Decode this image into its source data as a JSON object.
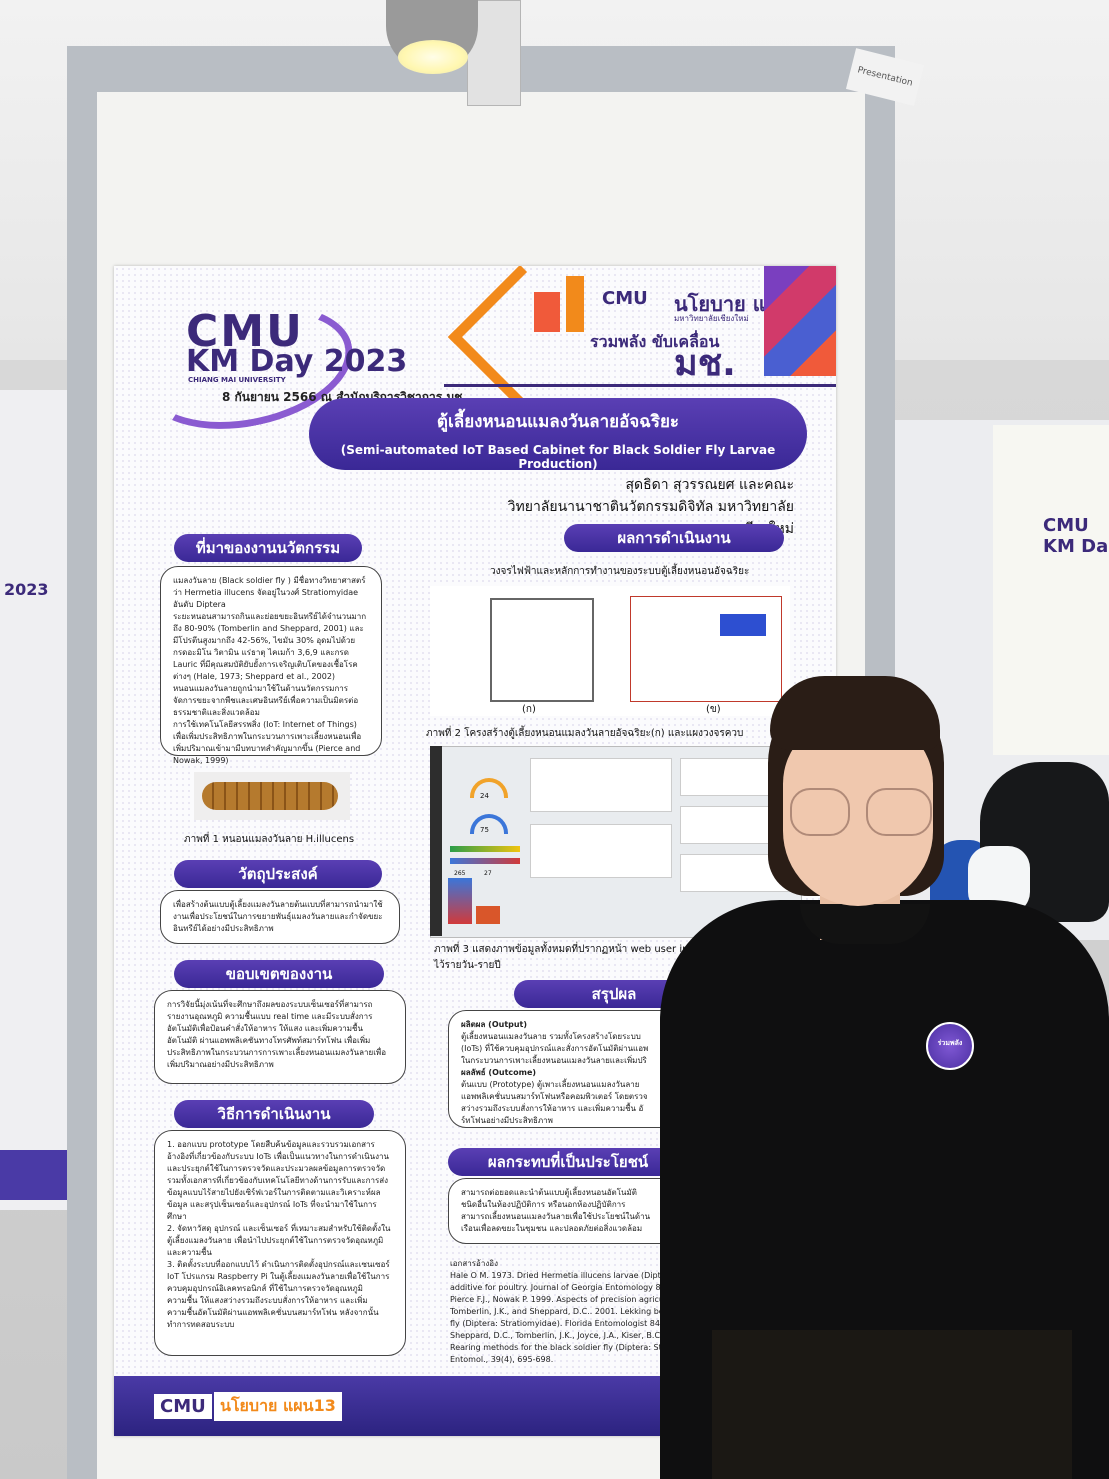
{
  "scene": {
    "board_tag": "Presentation"
  },
  "poster": {
    "header": {
      "event_logo_line1": "CMU",
      "event_logo_line2": "KM Day 2023",
      "event_university": "CHIANG MAI UNIVERSITY",
      "date_venue": "8 กันยายน 2566  ณ  สำนักบริการวิชาการ มช.",
      "cmu_mark": "CMU",
      "policy_plan": "นโยบาย แผน13",
      "policy_sub": "มหาวิทยาลัยเชียงใหม่",
      "slogan": "รวมพลัง ขับเคลื่อน",
      "slogan_mc": "มช."
    },
    "title_th": "ตู้เลี้ยงหนอนแมลงวันลายอัจฉริยะ",
    "title_en": "(Semi-automated IoT Based Cabinet for Black Soldier Fly Larvae Production)",
    "authors": "สุดธิดา  สุวรรณยศ  และคณะ",
    "affiliation": "วิทยาลัยนานาชาตินวัตกรรมดิจิทัล  มหาวิทยาลัยเชียงใหม่",
    "sections": {
      "origin_title": "ที่มาของงานนวัตกรรม",
      "origin_items": [
        "แมลงวันลาย (Black soldier fly ) มีชื่อทางวิทยาศาสตร์ว่า Hermetia illucens จัดอยู่ในวงศ์ Stratiomyidae อันดับ Diptera",
        "ระยะหนอนสามารถกินและย่อยขยะอินทรีย์ได้จำนวนมากถึง 80-90% (Tomberlin and Sheppard, 2001) และมีโปรตีนสูงมากถึง 42-56%, ไขมัน 30% อุดมไปด้วยกรดอะมิโน วิตามิน แร่ธาตุ ไคเมก้า 3,6,9 และกรด Lauric ที่มีคุณสมบัติยับยั้งการเจริญเติบโตของเชื้อโรคต่างๆ (Hale, 1973; Sheppard et al., 2002)",
        "หนอนแมลงวันลายถูกนำมาใช้ในด้านนวัตกรรมการจัดการขยะจากพืชและเศษอินทรีย์เพื่อความเป็นมิตรต่อธรรมชาติและสิ่งแวดล้อม",
        "การใช้เทคโนโลยีสรรพสิ่ง (IoT: Internet of Things) เพื่อเพิ่มประสิทธิภาพในกระบวนการเพาะเลี้ยงหนอนเพื่อเพิ่มปริมาณเข้ามามีบทบาทสำคัญมากขึ้น (Pierce and Nowak, 1999)"
      ],
      "fig1_caption": "ภาพที่ 1 หนอนแมลงวันลาย H.illucens",
      "objective_title": "วัตถุประสงค์",
      "objective_items": [
        "เพื่อสร้างต้นแบบตู้เลี้ยงแมลงวันลายต้นแบบที่สามารถนำมาใช้งานเพื่อประโยชน์ในการขยายพันธุ์แมลงวันลายและกำจัดขยะอินทรีย์ได้อย่างมีประสิทธิภาพ"
      ],
      "scope_title": "ขอบเขตของงาน",
      "scope_items": [
        "การวิจัยนี้มุ่งเน้นที่จะศึกษาถึงผลของระบบเซ็นเซอร์ที่สามารถรายงานอุณหภูมิ ความชื้นแบบ real time และมีระบบสั่งการอัตโนมัติเพื่อป้อนคำสั่งให้อาหาร ให้แสง และเพิ่มความชื้นอัตโนมัติ ผ่านแอพพลิเคชันทางโทรศัพท์สมาร์ทโฟน เพื่อเพิ่มประสิทธิภาพในกระบวนการการเพาะเลี้ยงหนอนแมลงวันลายเพื่อเพิ่มปริมาณอย่างมีประสิทธิภาพ"
      ],
      "method_title": "วิธีการดำเนินงาน",
      "method_items": [
        "1. ออกแบบ prototype โดยสืบค้นข้อมูลและรวบรวมเอกสารอ้างอิงที่เกี่ยวข้องกับระบบ IoTs เพื่อเป็นแนวทางในการดำเนินงานและประยุกต์ใช้ในการตรวจวัดและประมวลผลข้อมูลการตรวจวัด รวมทั้งเอกสารที่เกี่ยวข้องกับเทคโนโลยีทางด้านการรับและการส่งข้อมูลแบบไร้สายไปยังเซิร์ฟเวอร์ในการติดตามและวิเคราะห์ผลข้อมูล และสรุปเซ็นเซอร์และอุปกรณ์ IoTs ที่จะนำมาใช้ในการศึกษา",
        "2. จัดหาวัสดุ อุปกรณ์ และเซ็นเซอร์ ที่เหมาะสมสำหรับใช้ติดตั้งในตู้เลี้ยงแมลงวันลาย เพื่อนำไปประยุกต์ใช้ในการตรวจวัดอุณหภูมิ และความชื้น",
        "3. ติดตั้งระบบที่ออกแบบไว้ ดำเนินการติดตั้งอุปกรณ์และเซนเซอร์ IoT โปรแกรม Raspberry Pi ในตู้เลี้ยงแมลงวันลายเพื่อใช้ในการควบคุมอุปกรณ์อิเลคทรอนิกส์ ที่ใช้ในการตรวจวัดอุณหภูมิ ความชื้น ให้แสงสว่างรวมถึงระบบสั่งการให้อาหาร และเพิ่มความชื้นอัตโนมัติผ่านแอพพลิเคชั่นบนสมาร์ทโฟน หลังจากนั้นทำการทดสอบระบบ"
      ],
      "results_title": "ผลการดำเนินงาน",
      "results_subtitle": "วงจรไฟฟ้าและหลักการทำงานของระบบตู้เลี้ยงหนอนอัจฉริยะ",
      "fig2_label_a": "(ก)",
      "fig2_label_b": "(ข)",
      "fig2_caption": "ภาพที่ 2 โครงสร้างตู้เลี้ยงหนอนแมลงวันลายอัจฉริยะ(ก) และแผงวงจรควบ",
      "fig3_caption": "ภาพที่ 3 แสดงภาพข้อมูลทั้งหมดที่ปรากฏหน้า web user interf",
      "fig3_caption2": "ไว้รายวัน-รายปี",
      "dash_values": [
        "24",
        "75",
        "265",
        "27"
      ],
      "summary_title": "สรุปผล",
      "summary_output_label": "ผลิตผล (Output)",
      "summary_output_items": [
        "ตู้เลี้ยงหนอนแมลงวันลาย รวมทั้งโครงสร้างโดยระบบ",
        "(IoTs) ที่ใช้ควบคุมอุปกรณ์และสั่งการอัตโนมัติผ่านแอพ",
        "ในกระบวนการเพาะเลี้ยงหนอนแมลงวันลายและเพิ่มปริ"
      ],
      "summary_outcome_label": "ผลลัพธ์ (Outcome)",
      "summary_outcome_items": [
        "ต้นแบบ (Prototype) ตู้เพาะเลี้ยงหนอนแมลงวันลาย",
        "แอพพลิเคชั่นบนสมาร์ทโฟนหรือคอมพิวเตอร์ โดยตรวจ",
        "สว่างรวมถึงระบบสั่งการให้อาหาร และเพิ่มความชื้น อั",
        "ร์ทโฟนอย่างมีประสิทธิภาพ"
      ],
      "impact_title": "ผลกระทบที่เป็นประโยชน์",
      "impact_items": [
        "สามารถต่อยอดและนำต้นแบบตู้เลี้ยงหนอนอัตโนมัติ",
        "ชนิดอื่นในห้องปฏิบัติการ หรือนอกห้องปฏิบัติการ",
        "สามารถเลี้ยงหนอนแมลงวันลายเพื่อใช้ประโยชน์ในด้าน",
        "เรือนเพื่อลดขยะในชุมชน และปลอดภัยต่อสิ่งแวดล้อม"
      ],
      "references_title": "เอกสารอ้างอิง",
      "references": [
        "Hale O M. 1973. Dried Hermetia illucens larvae (Diptera",
        "additive for poultry. Journal of Georgia Entomology 8:",
        "Pierce F.J., Nowak P. 1999. Aspects of precision agricultu",
        "Tomberlin, J.K., and Sheppard, D.C.. 2001. Lekking behavio",
        "fly (Diptera: Stratiomyidae). Florida Entomologist 84(4): 7",
        "Sheppard, D.C., Tomberlin, J.K., Joyce, J.A., Kiser, B.C., and Su",
        "Rearing methods for the black soldier fly (Diptera: Stration",
        "Entomol., 39(4), 695-698."
      ]
    },
    "footer": {
      "logo": "CMU",
      "plan": "นโยบาย แผน13"
    }
  },
  "person": {
    "badge_text": "ร่วมพลัง"
  },
  "side_posters": {
    "left_fragment": "2023",
    "right_fragment": "CMU KM Da"
  },
  "colors": {
    "primary_purple": "#3c2a7a",
    "accent_orange": "#f28a1b",
    "pill_gradient_top": "#5a3fb4",
    "pill_gradient_bottom": "#3a2896"
  }
}
